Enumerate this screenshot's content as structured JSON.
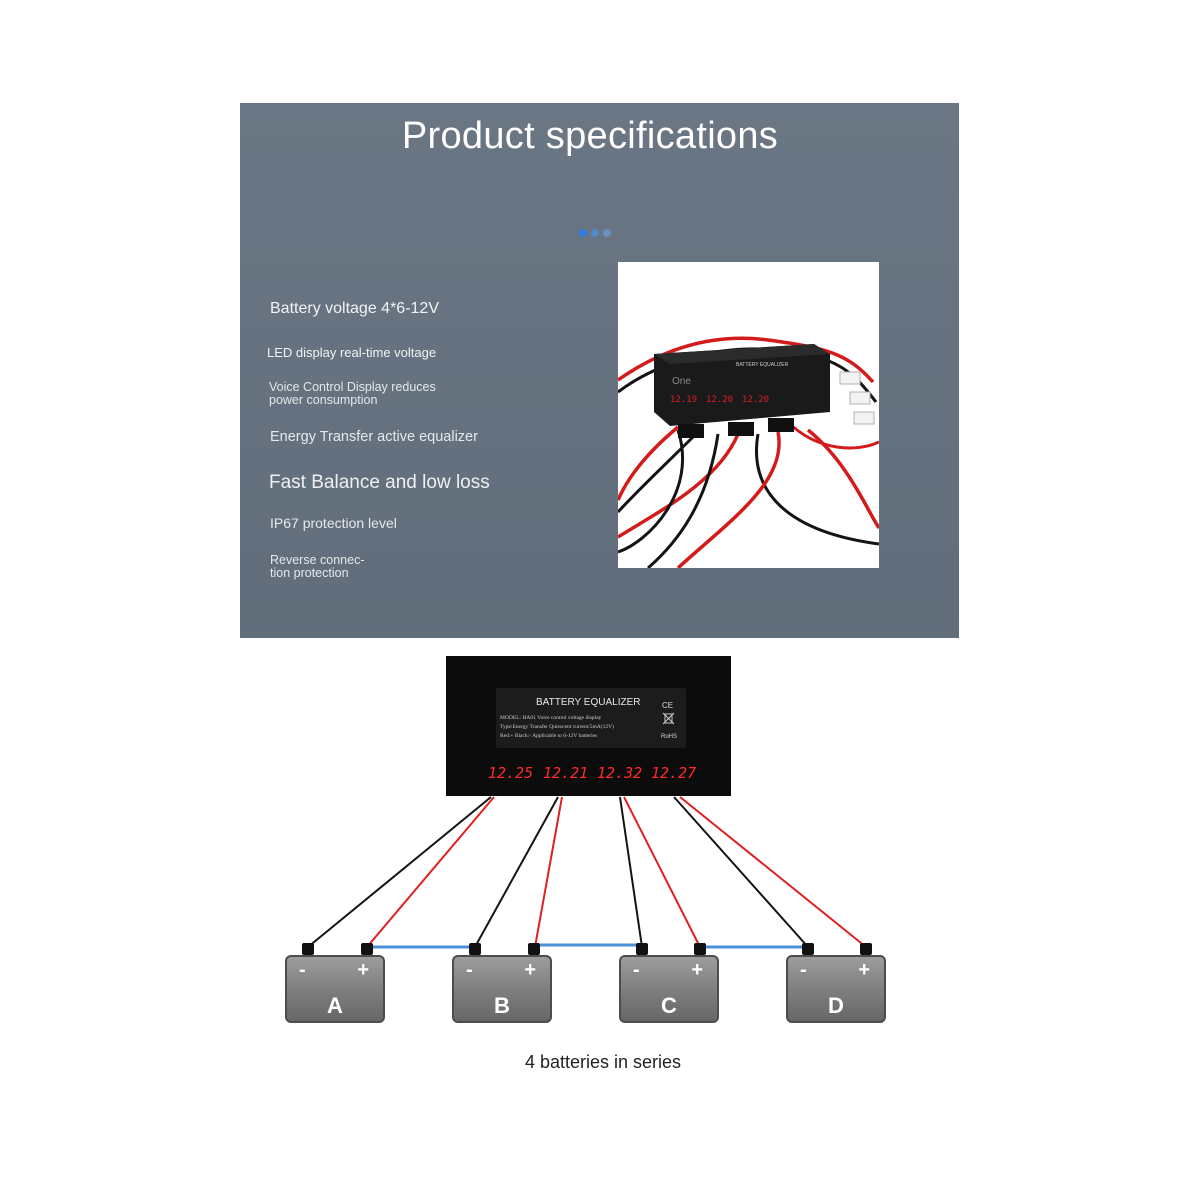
{
  "spec_panel": {
    "title": "Product specifications",
    "features": [
      "Battery voltage 4*6-12V",
      "LED display real-time voltage",
      "Voice Control Display reduces power consumption",
      "Energy Transfer active equalizer",
      "Fast Balance and low loss",
      "IP67 protection level",
      "Reverse connec-tion protection"
    ],
    "photo": {
      "label": "BATTERY EQUALIZER",
      "brand": "One",
      "readings": [
        "12.19",
        "12.20",
        "12.20"
      ]
    }
  },
  "equalizer": {
    "label": "BATTERY EQUALIZER",
    "spec_lines": [
      "MODEL: HA01   Voice control voltage display",
      "Type:Energy Transfer  Quiescent current:5mA(12V)",
      "Red:+   Black:-        Applicable to 6-12V batteries"
    ],
    "marks": [
      "CE",
      "RoHS"
    ],
    "readings": [
      "12.25",
      "12.21",
      "12.32",
      "12.27"
    ]
  },
  "batteries": [
    {
      "letter": "A",
      "neg": "-",
      "pos": "+"
    },
    {
      "letter": "B",
      "neg": "-",
      "pos": "+"
    },
    {
      "letter": "C",
      "neg": "-",
      "pos": "+"
    },
    {
      "letter": "D",
      "neg": "-",
      "pos": "+"
    }
  ],
  "caption": "4 batteries in series",
  "colors": {
    "panel_bg": "#67737f",
    "wire_red": "#e02020",
    "wire_black": "#141414",
    "series_link": "#4a8fd8",
    "led_red": "#ff2a2a",
    "dot_blue": "#2f7de0"
  }
}
